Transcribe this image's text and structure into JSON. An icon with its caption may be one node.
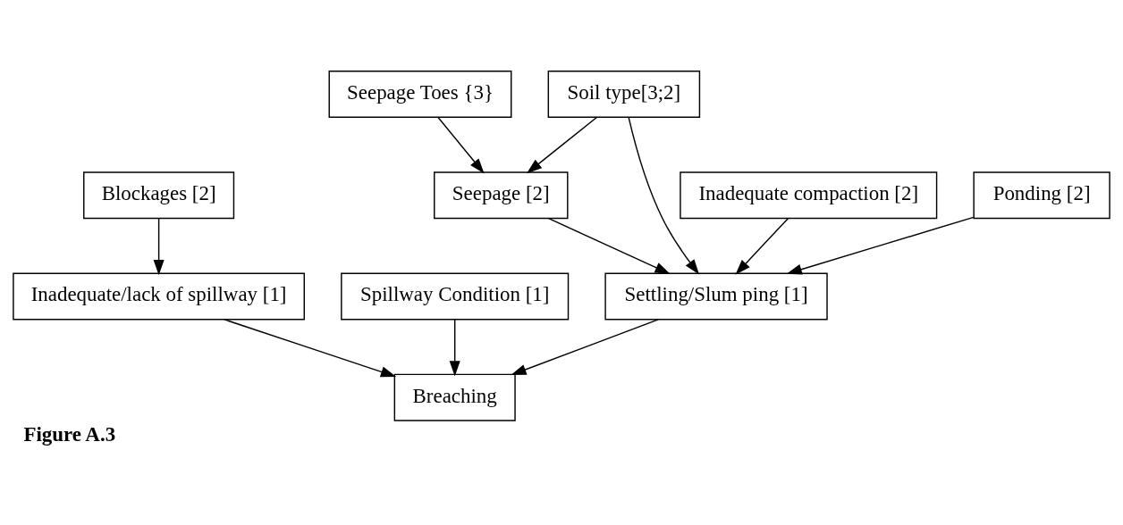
{
  "diagram": {
    "caption": "Figure A.3",
    "nodes": [
      {
        "text": [
          "Blockages [2]"
        ]
      },
      {
        "text": [
          "Inadequate/lack of spillway [1]"
        ]
      },
      {
        "text": [
          "Seepage Toes {3}"
        ]
      },
      {
        "text": [
          "Soil type[3;2]"
        ]
      },
      {
        "text": [
          "Inadequate compaction [2]"
        ]
      },
      {
        "text": [
          "Spillway Condition [1]"
        ]
      },
      {
        "text": [
          "Seepage [2]"
        ]
      },
      {
        "text": [
          "Ponding [2]"
        ]
      },
      {
        "text": [
          "Settling/Slum ping [1]"
        ]
      },
      {
        "text": [
          "Breaching"
        ]
      }
    ],
    "edges": [
      {
        "from": 0,
        "to": 1,
        "arrow": "to"
      },
      {
        "from": 2,
        "to": 6,
        "arrow": "to"
      },
      {
        "from": 3,
        "to": 6,
        "arrow": "to"
      },
      {
        "from": 3,
        "to": 8,
        "arrow": "to"
      },
      {
        "from": 4,
        "to": 8,
        "arrow": "to"
      },
      {
        "from": 7,
        "to": 8,
        "arrow": "to"
      },
      {
        "from": 6,
        "to": 8,
        "arrow": "to"
      },
      {
        "from": 1,
        "to": 9,
        "arrow": "to"
      },
      {
        "from": 5,
        "to": 9,
        "arrow": "to"
      },
      {
        "from": 8,
        "to": 9,
        "arrow": "to"
      }
    ]
  }
}
